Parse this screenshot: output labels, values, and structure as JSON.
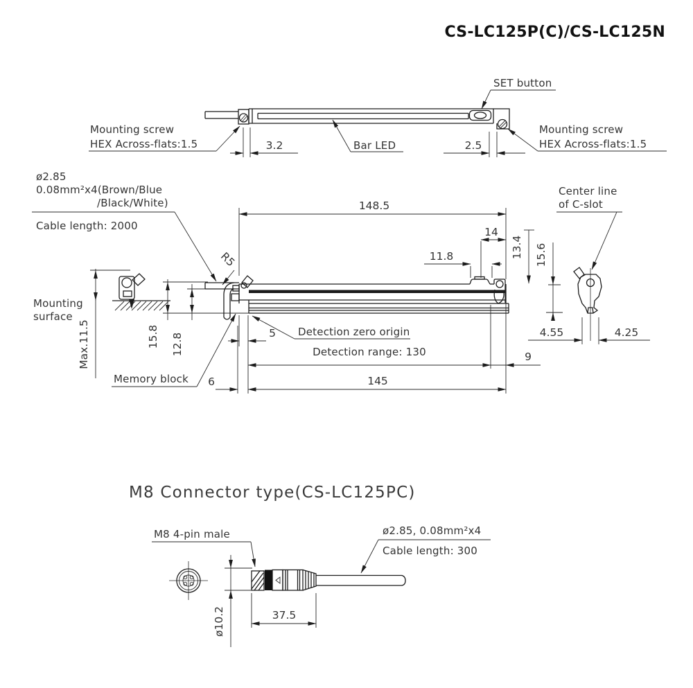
{
  "title": "CS-LC125P(C)/CS-LC125N",
  "top_view": {
    "set_button": "SET button",
    "screw_left_1": "Mounting screw",
    "screw_left_2": "HEX Across-flats:1.5",
    "screw_right_1": "Mounting screw",
    "screw_right_2": "HEX Across-flats:1.5",
    "bar_led": "Bar LED",
    "dim_3_2": "3.2",
    "dim_2_5": "2.5"
  },
  "side_view": {
    "spec_1": "ø2.85",
    "spec_2": "0.08mm²x4(Brown/Blue",
    "spec_3": "/Black/White)",
    "cable_length": "Cable length: 2000",
    "centerline_1": "Center line",
    "centerline_2": "of C-slot",
    "mounting_1": "Mounting",
    "mounting_2": "surface",
    "memory_block": "Memory block",
    "detection_zero": "Detection zero origin",
    "detection_range": "Detection range: 130",
    "r5": "R5",
    "dim_148_5": "148.5",
    "dim_14": "14",
    "dim_11_8": "11.8",
    "dim_13_4": "13.4",
    "dim_15_6": "15.6",
    "dim_max": "Max.11.5",
    "dim_15_8": "15.8",
    "dim_12_8": "12.8",
    "dim_5": "5",
    "dim_6": "6",
    "dim_145": "145",
    "dim_9": "9",
    "dim_4_55": "4.55",
    "dim_4_25": "4.25"
  },
  "connector": {
    "heading": "M8 Connector type(CS-LC125PC)",
    "pin_label": "M8 4-pin male",
    "spec": "ø2.85, 0.08mm²x4",
    "cable_length": "Cable length: 300",
    "dim_dia": "ø10.2",
    "dim_37_5": "37.5"
  },
  "colors": {
    "line": "#1c1c1c",
    "text": "#333333",
    "background": "#ffffff"
  }
}
